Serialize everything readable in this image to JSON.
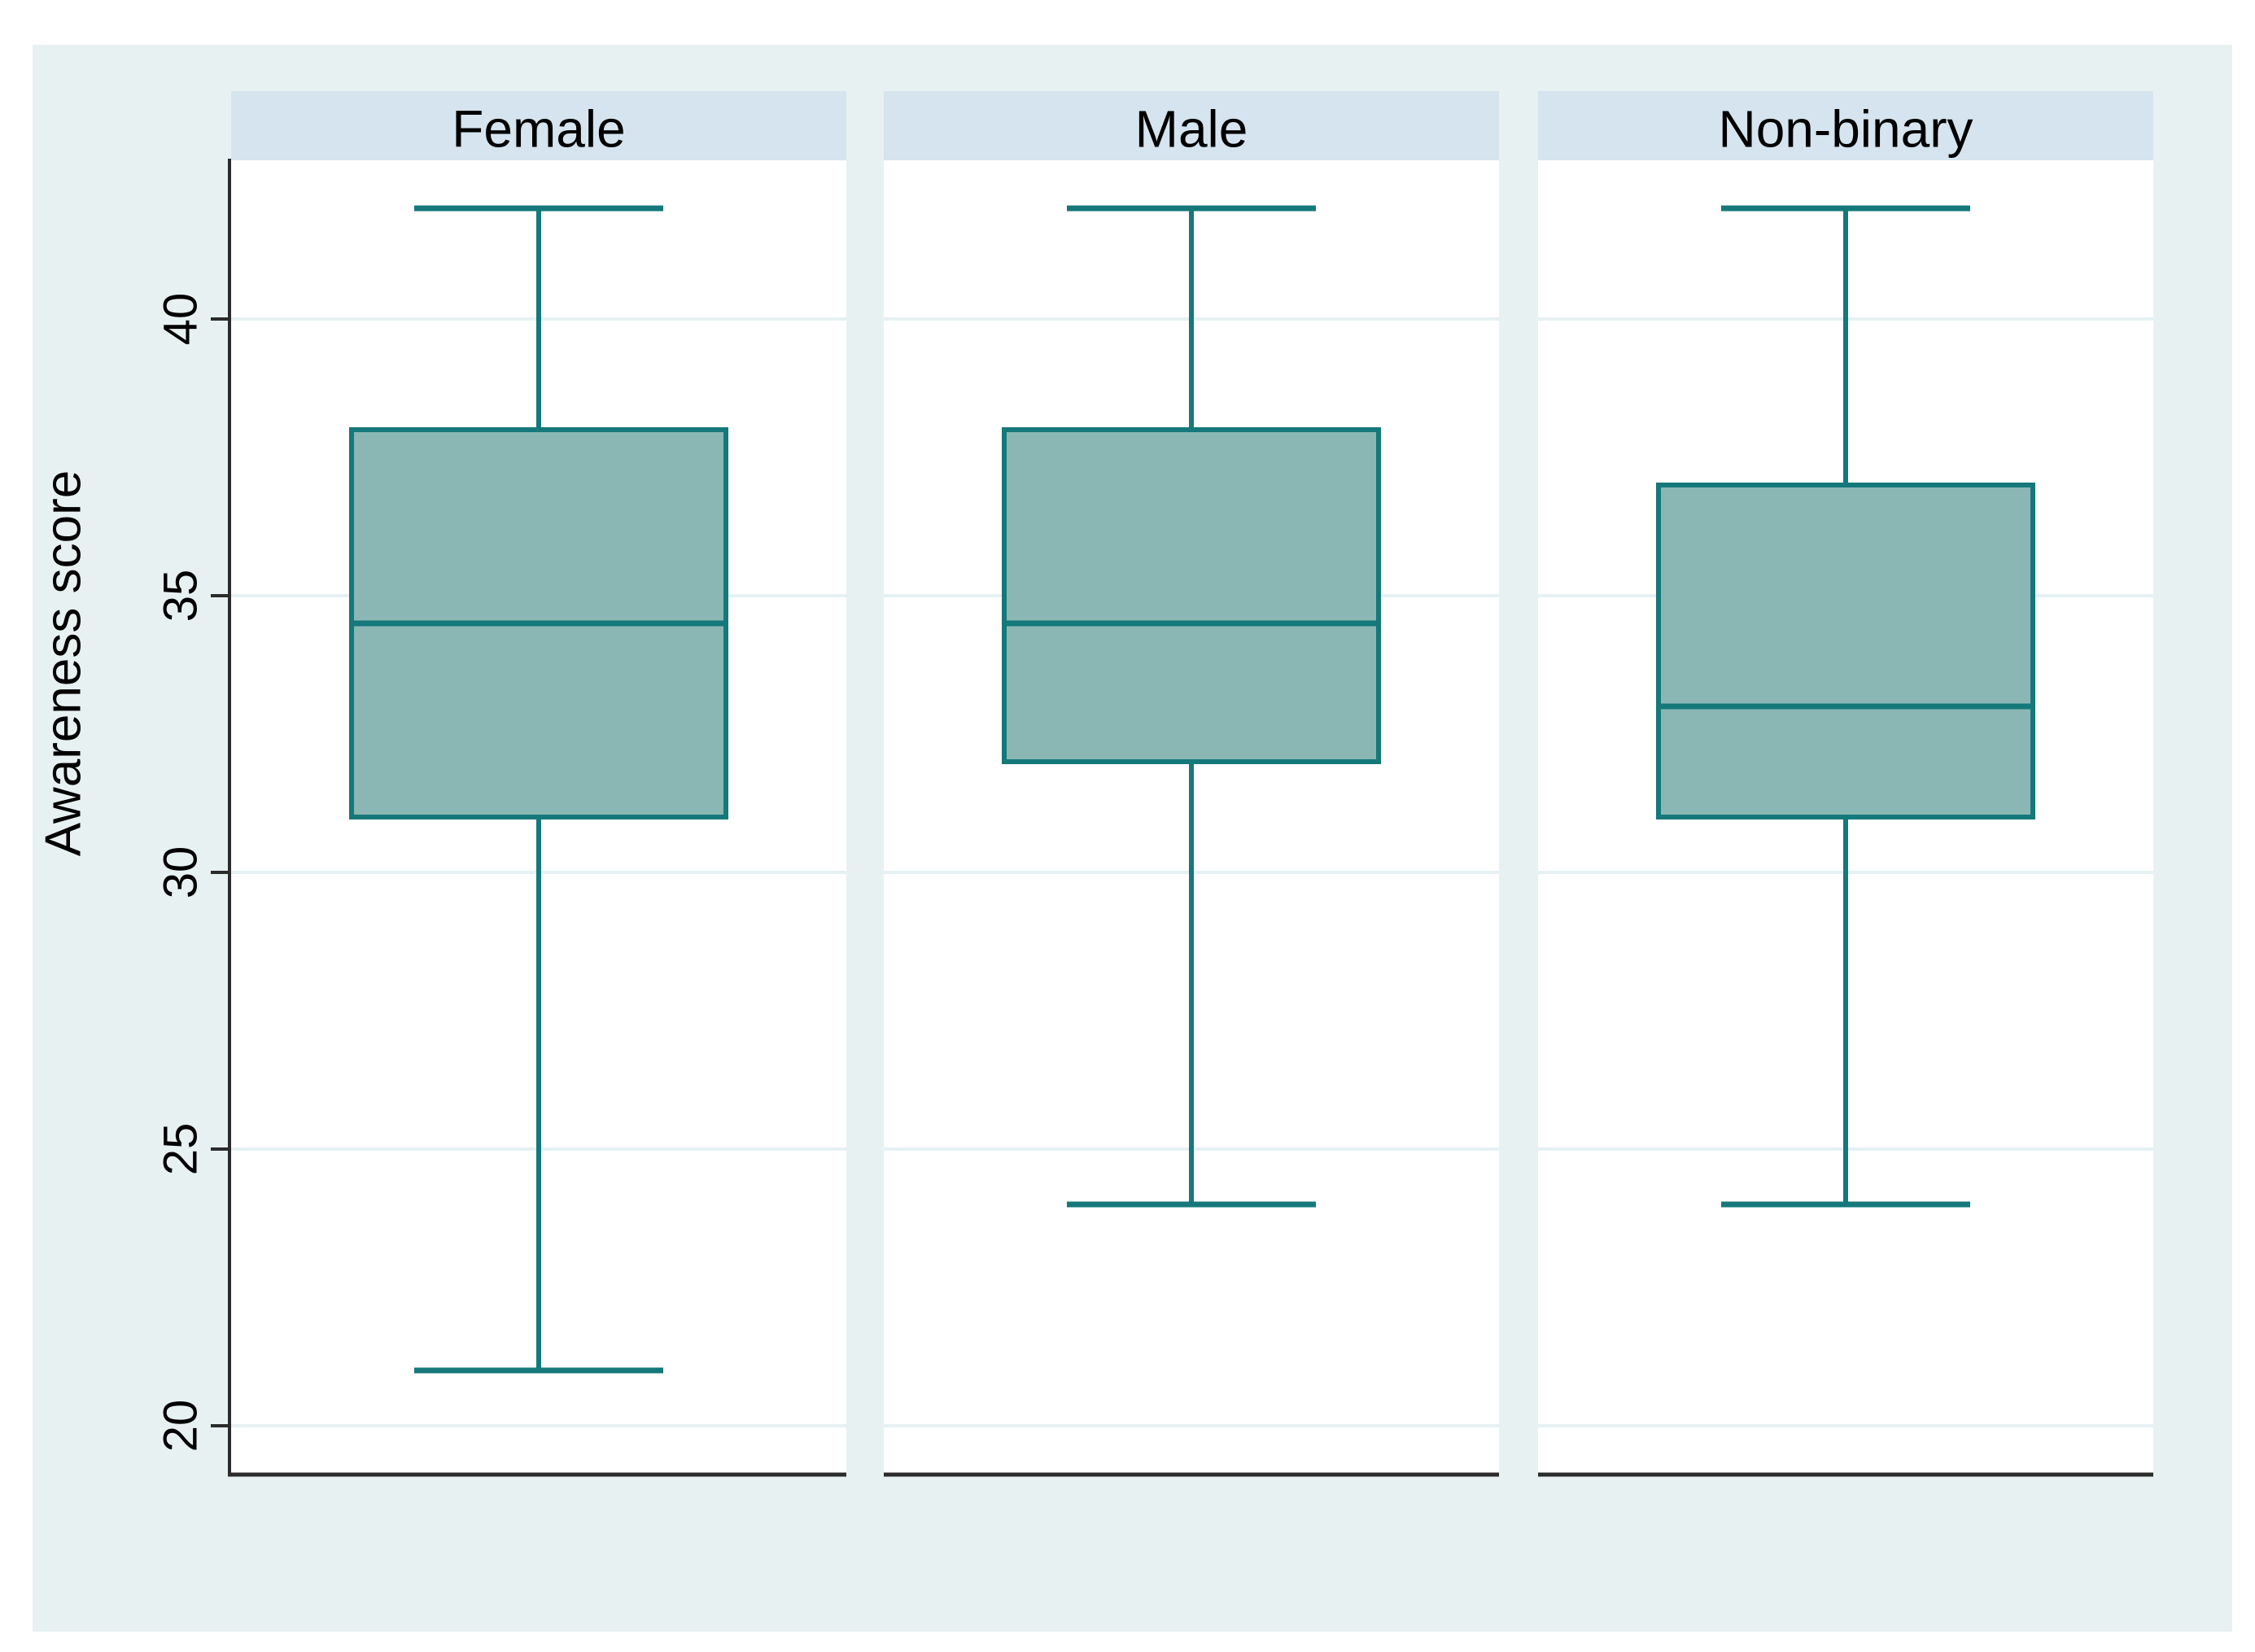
{
  "figure": {
    "page_background": "#ffffff",
    "canvas_background": "#e8f1f2",
    "panel_background": "#ffffff",
    "header_background": "#d5e4ee"
  },
  "chart_data": {
    "type": "boxplot",
    "title": "",
    "ylabel": "Awareness score",
    "xlabel": "",
    "yticks": [
      20,
      25,
      30,
      35,
      40
    ],
    "ylim": [
      19.1,
      42.9
    ],
    "grid": true,
    "legend": null,
    "panels": [
      {
        "label": "Female",
        "whisker_low": 21,
        "q1": 31,
        "median": 34.5,
        "q3": 38,
        "whisker_high": 42
      },
      {
        "label": "Male",
        "whisker_low": 24,
        "q1": 32,
        "median": 34.5,
        "q3": 38,
        "whisker_high": 42
      },
      {
        "label": "Non-binary",
        "whisker_low": 24,
        "q1": 31,
        "median": 33,
        "q3": 37,
        "whisker_high": 42
      }
    ],
    "colors": {
      "box_fill": "#8ab7b4",
      "box_line": "#15787a",
      "gridline": "#e5f1f3",
      "axis_line": "#2b2b2b",
      "text": "#000000"
    }
  }
}
